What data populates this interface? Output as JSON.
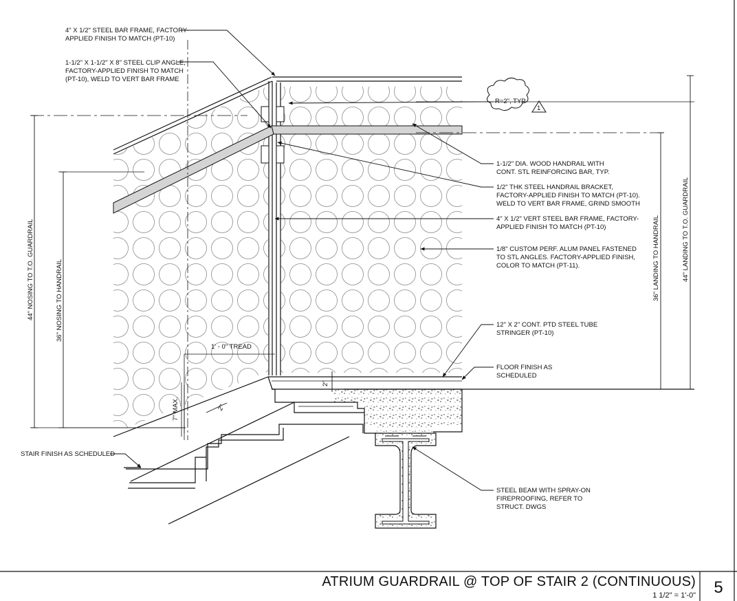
{
  "notes": {
    "bar_frame": [
      "4\" X 1/2\" STEEL BAR FRAME, FACTORY-",
      "APPLIED FINISH TO MATCH (PT-10)"
    ],
    "clip_angle": [
      "1-1/2\" X 1-1/2\" X 8\" STEEL CLIP ANGLE,",
      "FACTORY-APPLIED FINISH TO MATCH",
      "(PT-10), WELD TO VERT BAR FRAME"
    ],
    "radius": [
      "R=2\", TYP"
    ],
    "revision": "1",
    "wood_handrail": [
      "1-1/2\" DIA. WOOD HANDRAIL WITH",
      "CONT. STL REINFORCING BAR, TYP."
    ],
    "bracket": [
      "1/2\" THK STEEL HANDRAIL BRACKET,",
      "FACTORY-APPLIED FINISH TO MATCH (PT-10).",
      "WELD TO VERT BAR FRAME, GRIND SMOOTH"
    ],
    "vert_bar": [
      "4\" X 1/2\" VERT STEEL BAR FRAME, FACTORY-",
      "APPLIED FINISH TO MATCH (PT-10)"
    ],
    "perf_panel": [
      "1/8\" CUSTOM PERF. ALUM PANEL FASTENED",
      "TO STL ANGLES. FACTORY-APPLIED FINISH,",
      "COLOR TO MATCH (PT-11)."
    ],
    "stringer": [
      "12\" X 2\" CONT. PTD STEEL TUBE",
      "STRINGER (PT-10)"
    ],
    "floor_finish": [
      "FLOOR FINISH AS",
      "SCHEDULED"
    ],
    "stair_finish": [
      "STAIR FINISH AS SCHEDULED"
    ],
    "steel_beam": [
      "STEEL BEAM WITH SPRAY-ON",
      "FIREPROOFING, REFER TO",
      "STRUCT. DWGS"
    ]
  },
  "dimensions": {
    "nosing_guardrail": "44\" NOSING TO T.O. GUARDRAIL",
    "nosing_handrail": "36\" NOSING TO HANDRAIL",
    "landing_handrail": "36\" LANDING TO HANDRAIL",
    "landing_guardrail": "44\" LANDING TO T.O. GUARDRAIL",
    "tread": "1' - 0\" TREAD",
    "riser_max": "7\" MAX.",
    "two_inch_a": "2\"",
    "two_inch_b": "2\""
  },
  "title_block": {
    "title": "ATRIUM GUARDRAIL @ TOP OF STAIR 2 (CONTINUOUS)",
    "scale": "1 1/2\" = 1'-0\"",
    "detail_number": "5"
  }
}
